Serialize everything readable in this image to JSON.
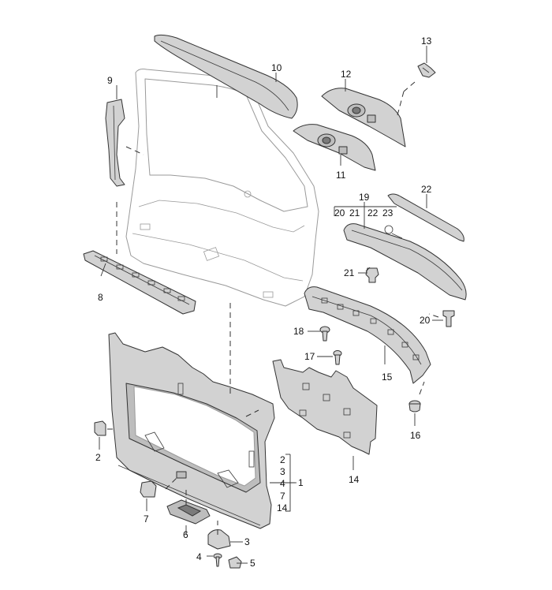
{
  "callouts": {
    "p1": "1",
    "p2": "2",
    "p3": "3",
    "p4": "4",
    "p5": "5",
    "p6": "6",
    "p7": "7",
    "p8": "8",
    "p9": "9",
    "p10": "10",
    "p11": "11",
    "p12": "12",
    "p13": "13",
    "p14": "14",
    "p15": "15",
    "p16": "16",
    "p17": "17",
    "p18": "18",
    "p19": "19",
    "p20": "20",
    "p21": "21",
    "p22": "22"
  },
  "group_19": {
    "a": "20",
    "b": "21",
    "c": "22",
    "d": "23"
  },
  "group_1": {
    "a": "2",
    "b": "3",
    "c": "4",
    "d": "7",
    "e": "14"
  }
}
